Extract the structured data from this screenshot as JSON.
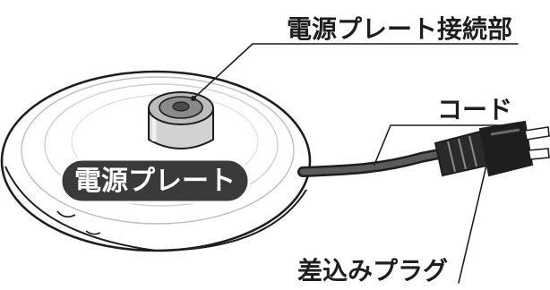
{
  "labels": {
    "connector": "電源プレート接続部",
    "cord": "コード",
    "plug": "差込みプラグ",
    "plate_badge": "電源プレート"
  },
  "colors": {
    "ink": "#1e1e1e",
    "plate_fill": "#ffffff",
    "badge_fill": "#3a3a3a",
    "badge_text": "#ffffff",
    "connector_body": "#d2d2d2",
    "cord": "#2e2e2e"
  }
}
